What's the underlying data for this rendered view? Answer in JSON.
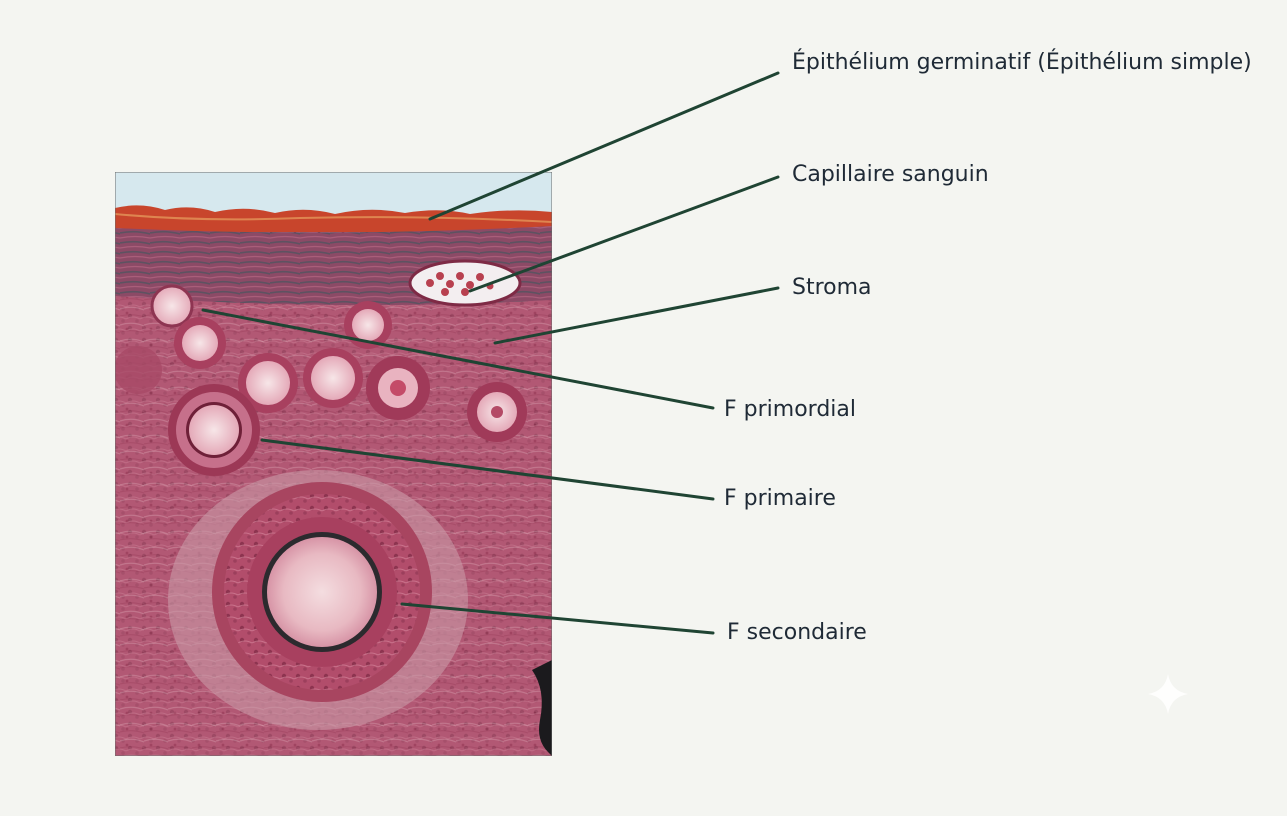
{
  "labels": {
    "epithelium": "Épithélium germinatif  (Épithélium simple)",
    "capillary": "Capillaire sanguin",
    "stroma": "Stroma",
    "primordial": "F primordial",
    "primary": "F primaire",
    "secondary": "F secondaire"
  },
  "colors": {
    "background": "#f4f5f1",
    "leader_line": "#1f4433",
    "tissue": "#b8506e",
    "tissue_dark": "#7e2a45",
    "epithelium": "#c8452c",
    "sky": "#d6e8ee",
    "label_text": "#1f2a36"
  },
  "icons": [
    "sparkle-icon"
  ]
}
